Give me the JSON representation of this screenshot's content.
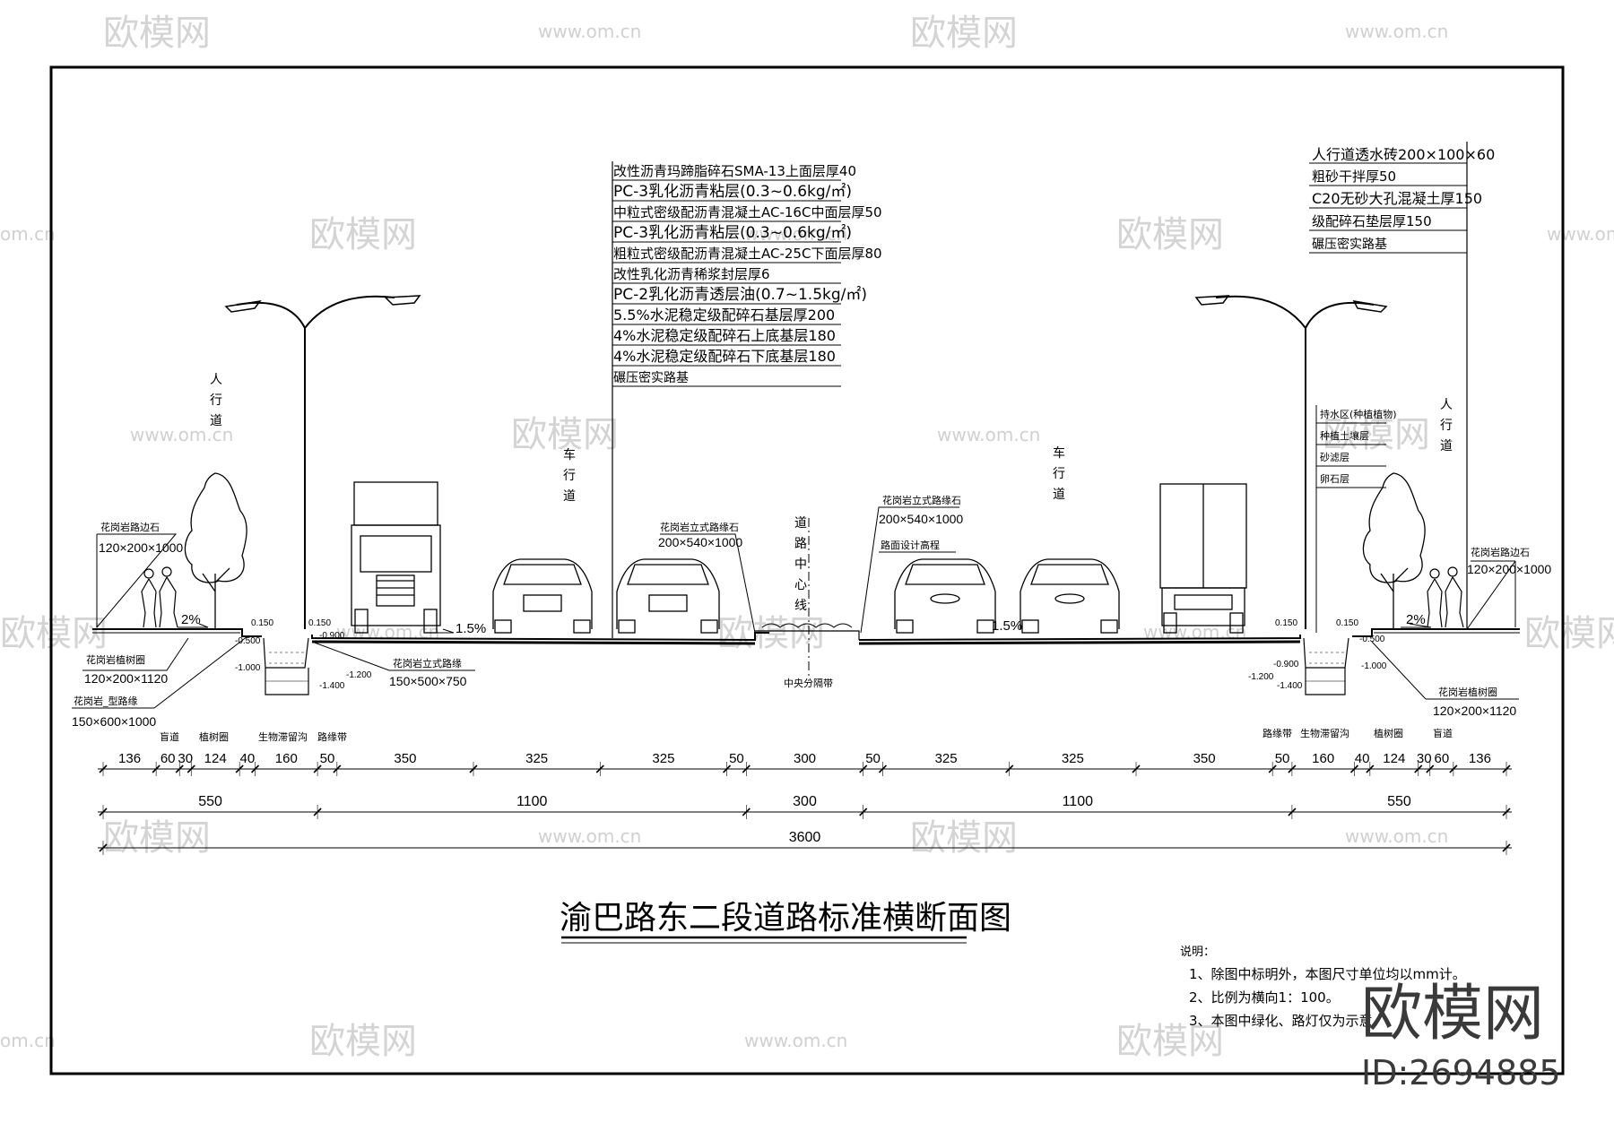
{
  "watermark": {
    "brand": "欧模网",
    "url": "www.om.cn",
    "url_partial": "om.cn"
  },
  "title": "渝巴路东二段道路标准横断面图",
  "pavement_layers": [
    "改性沥青玛蹄脂碎石SMA-13上面层厚40",
    "PC-3乳化沥青粘层(0.3~0.6kg/㎡)",
    "中粒式密级配沥青混凝土AC-16C中面层厚50",
    "PC-3乳化沥青粘层(0.3~0.6kg/㎡)",
    "粗粒式密级配沥青混凝土AC-25C下面层厚80",
    "改性乳化沥青稀浆封层厚6",
    "PC-2乳化沥青透层油(0.7~1.5kg/㎡)",
    "5.5%水泥稳定级配碎石基层厚200",
    "4%水泥稳定级配碎石上底基层180",
    "4%水泥稳定级配碎石下底基层180",
    "碾压密实路基"
  ],
  "sidewalk_layers": [
    "人行道透水砖200×100×60",
    "粗砂干拌厚50",
    "C20无砂大孔混凝土厚150",
    "级配碎石垫层厚150",
    "碾压密实路基"
  ],
  "bioretention_layers": [
    "持水区(种植植物)",
    "种植土壤层",
    "砂滤层",
    "卵石层"
  ],
  "labels": {
    "sidewalk": "人行道",
    "carriageway": "车行道",
    "centerline": "道路中心线",
    "median": "中央分隔带",
    "design_elev": "路面设计高程",
    "slope_2": "2%",
    "slope_15a": "1.5%",
    "slope_15b": "1.5%",
    "curb_left_name": "花岗岩路边石",
    "curb_left_size": "120×200×1000",
    "tree_ring_left_name": "花岗岩植树圈",
    "tree_ring_left_size": "120×200×1120",
    "flat_curb_name": "花岗岩_型路缘",
    "flat_curb_size": "150×600×1000",
    "vert_curb_left_name": "花岗岩立式路缘",
    "vert_curb_left_size": "150×500×750",
    "median_curb_left_name": "花岗岩立式路缘石",
    "median_curb_left_size": "200×540×1000",
    "median_curb_right_name": "花岗岩立式路缘石",
    "median_curb_right_size": "200×540×1000",
    "curb_right_name": "花岗岩路边石",
    "curb_right_size": "120×200×1000",
    "tree_ring_right_name": "花岗岩植树圈",
    "tree_ring_right_size": "120×200×1120",
    "e_0150": "0.150",
    "e_m0900": "-0.900",
    "e_m1000": "-1.000",
    "e_m1200": "-1.200",
    "e_m1400": "-1.400",
    "e_m0500": "-0.500"
  },
  "zones_left": [
    "盲道",
    "植树圈",
    "生物滞留沟",
    "路缘带"
  ],
  "zones_right": [
    "路缘带",
    "生物滞留沟",
    "植树圈",
    "盲道"
  ],
  "dims_row1": [
    "136",
    "60",
    "30",
    "124",
    "40",
    "160",
    "50",
    "350",
    "325",
    "325",
    "50",
    "300",
    "50",
    "325",
    "325",
    "350",
    "50",
    "160",
    "40",
    "124",
    "30",
    "60",
    "136"
  ],
  "dims_row2": [
    "550",
    "1100",
    "300",
    "1100",
    "550"
  ],
  "dims_row3": "3600",
  "notes": {
    "heading": "说明：",
    "items": [
      "1、除图中标明外，本图尺寸单位均以mm计。",
      "2、比例为横向1：100。",
      "3、本图中绿化、路灯仅为示意。"
    ]
  },
  "logo": {
    "name": "欧模网",
    "id": "ID:2694885"
  }
}
